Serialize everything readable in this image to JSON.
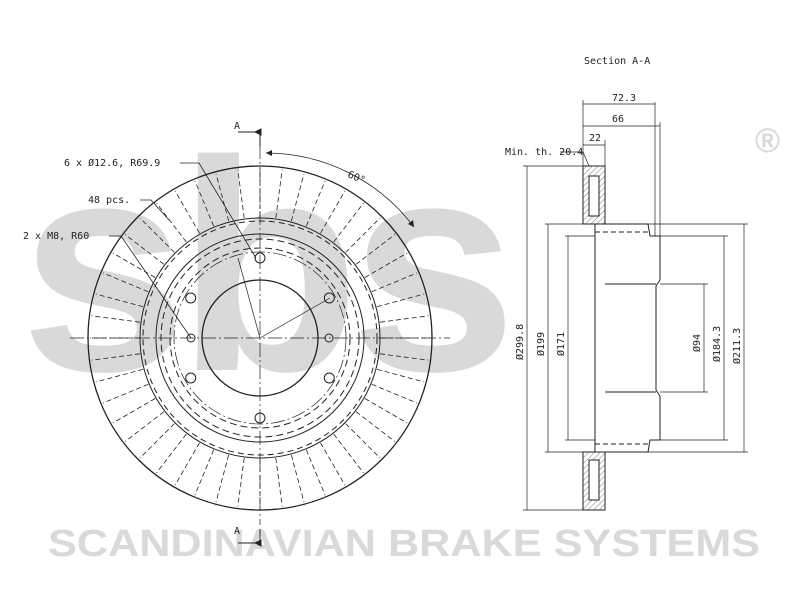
{
  "watermark": {
    "logo_text": "sbs",
    "registered_mark": "®",
    "company_name": "SCANDINAVIAN BRAKE SYSTEMS",
    "color": "#d9d9d9"
  },
  "front_view": {
    "section_marker_top": "A",
    "section_marker_bottom": "A",
    "callout_holes": "6 x Ø12.6, R69.9",
    "callout_vents": "48 pcs.",
    "callout_threads": "2 x M8, R60",
    "angle_label": "60°",
    "vane_count": 48,
    "bolt_hole_count": 6
  },
  "section_view": {
    "title": "Section A-A",
    "dim_overall_width": "72.3",
    "dim_hat_depth": "66",
    "dim_disc_thickness": "22",
    "min_thickness_label": "Min. th. 20.4",
    "dim_outer_diameter": "Ø299.8",
    "dim_friction_inner_diameter": "Ø199",
    "dim_hat_inner_diameter": "Ø171",
    "dim_center_bore": "Ø94",
    "dim_hat_step_diameter": "Ø184.3",
    "dim_hat_outer_diameter": "Ø211.3"
  },
  "colors": {
    "line": "#222222",
    "watermark": "#d9d9d9"
  }
}
